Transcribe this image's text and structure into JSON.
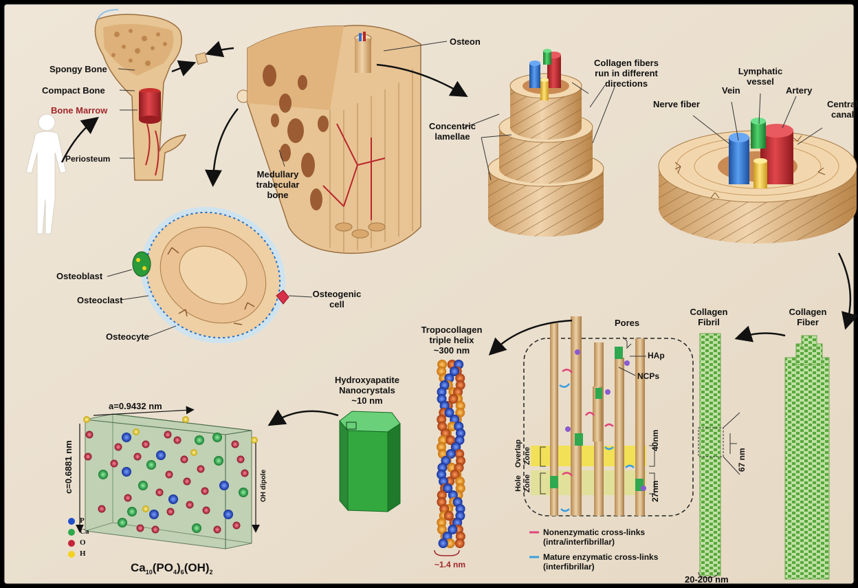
{
  "colors": {
    "background": "#ece2d3",
    "bone": "#e9c69c",
    "bone_dark": "#c9985f",
    "marrow_red": "#b8262c",
    "vein_blue": "#2f6fd0",
    "nerve_yellow": "#f2c94c",
    "lymph_green": "#2fa84f",
    "hydroxyapatite_green": "#2f9a3c",
    "overlap_yellow": "#f4e23a",
    "nonenzymatic_pink": "#e0457a",
    "enzymatic_blue": "#3a9ee0"
  },
  "labels": {
    "spongy_bone": "Spongy Bone",
    "compact_bone": "Compact Bone",
    "bone_marrow": "Bone Marrow",
    "periosteum": "Periosteum",
    "osteon": "Osteon",
    "medullary": [
      "Medullary",
      "trabecular",
      "bone"
    ],
    "collagen_fibers_dir": [
      "Collagen fibers",
      "run in different",
      "directions"
    ],
    "concentric_lamellae": [
      "Concentric",
      "lamellae"
    ],
    "lymphatic_vessel": [
      "Lymphatic",
      "vessel"
    ],
    "vein": "Vein",
    "artery": "Artery",
    "nerve_fiber": "Nerve fiber",
    "central_canal": [
      "Central",
      "canal"
    ],
    "osteoblast": "Osteoblast",
    "osteoclast": "Osteoclast",
    "osteocyte": "Osteocyte",
    "osteogenic_cell": [
      "Osteogenic",
      "cell"
    ],
    "collagen_fibril": [
      "Collagen",
      "Fibril"
    ],
    "collagen_fiber": [
      "Collagen",
      "Fiber"
    ],
    "tropocollagen": [
      "Tropocollagen",
      "triple helix",
      "~300 nm"
    ],
    "pores": "Pores",
    "hap": "HAp",
    "ncps": "NCPs",
    "overlap_zone": [
      "Overlap",
      "Zone"
    ],
    "hole_zone": [
      "Hole",
      "Zone"
    ],
    "dim_40nm": "40nm",
    "dim_27nm": "27nm",
    "dim_67nm": "67 nm",
    "dim_20_200": "20-200 nm",
    "dim_1_4": "~1.4 nm",
    "hydroxyapatite": [
      "Hydroxyapatite",
      "Nanocrystals",
      "~10 nm"
    ],
    "a_axis": "a=0.9432 nm",
    "c_axis": "c=0.6881 nm",
    "oh_dipole": "OH dipole",
    "legend_nonenzymatic": [
      "Nonenzymatic cross-links",
      "(intra/interfibrillar)"
    ],
    "legend_enzymatic": [
      "Mature enzymatic cross-links",
      "(interfibrillar)"
    ],
    "formula": {
      "ca": "Ca",
      "ca_sub": "10",
      "po": "(PO",
      "po_sub": "4",
      "po_close": ")",
      "po_n": "6",
      "oh": "(OH)",
      "oh_n": "2"
    }
  },
  "atom_legend": [
    {
      "symbol": "P",
      "color": "#1f4fc9"
    },
    {
      "symbol": "Ca",
      "color": "#2ea84a"
    },
    {
      "symbol": "O",
      "color": "#c4243a"
    },
    {
      "symbol": "H",
      "color": "#f2d21f"
    }
  ]
}
